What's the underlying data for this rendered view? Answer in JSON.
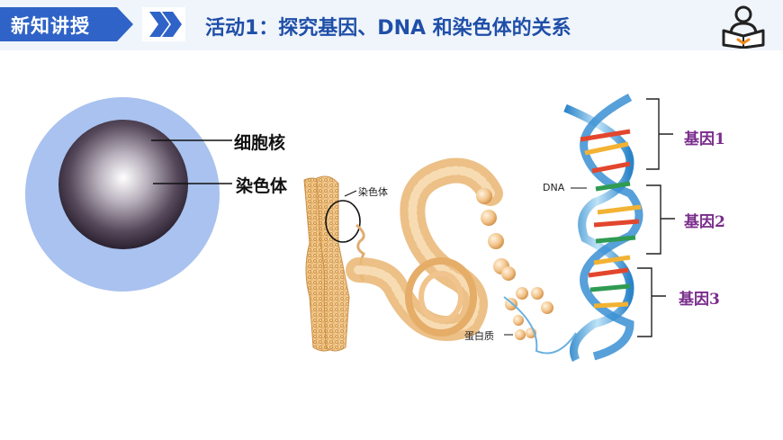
{
  "header": {
    "section_tag": "新知讲授",
    "title": "活动1：探究基因、DNA 和染色体的关系"
  },
  "cell": {
    "nucleus_label": "细胞核",
    "chromosome_label": "染色体"
  },
  "chromosome_diagram": {
    "chromosome_label": "染色体",
    "dna_label": "DNA",
    "protein_label": "蛋白质"
  },
  "genes": [
    {
      "label": "基因1"
    },
    {
      "label": "基因2"
    },
    {
      "label": "基因3"
    }
  ],
  "colors": {
    "header_bg": "#f0f5fb",
    "tag_blue": "#2f63c7",
    "title_blue": "#1f4fa8",
    "gene_purple": "#7a2c8c",
    "cell_outer": "#a9c2ef",
    "chromatin_orange": "#e8b777"
  },
  "icons": [
    "double-chevron-icon",
    "reader-book-icon"
  ]
}
